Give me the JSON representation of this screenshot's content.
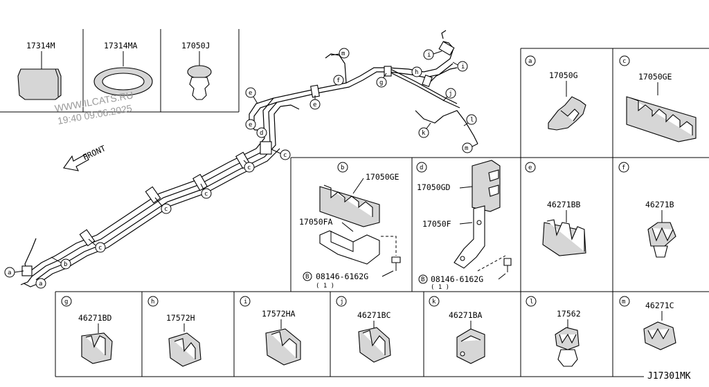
{
  "watermark": {
    "site": "WWW.ILCATS.RU",
    "stamp": "19:40 09.06.2025"
  },
  "direction_label": "FRONT",
  "diagram_id": "J17301MK",
  "top_parts": [
    {
      "code": "17314M"
    },
    {
      "code": "17314MA"
    },
    {
      "code": "17050J"
    }
  ],
  "callouts_main": [
    "a",
    "b",
    "c",
    "d",
    "e",
    "f",
    "g",
    "h",
    "i",
    "j",
    "k",
    "l",
    "m"
  ],
  "detail_boxes": {
    "a": {
      "letter": "a",
      "code": "17050G"
    },
    "c": {
      "letter": "c",
      "code": "17050GE"
    },
    "b": {
      "letter": "b",
      "code": "17050GE",
      "bracket": "17050FA",
      "bolt_prefix": "B",
      "bolt": "08146-6162G",
      "qty": "( 1 )"
    },
    "d": {
      "letter": "d",
      "code": "17050GD",
      "bracket": "17050F",
      "bolt_prefix": "B",
      "bolt": "08146-6162G",
      "qty": "( 1 )"
    },
    "e": {
      "letter": "e",
      "code": "46271BB"
    },
    "f": {
      "letter": "f",
      "code": "46271B"
    },
    "g": {
      "letter": "g",
      "code": "46271BD"
    },
    "h": {
      "letter": "h",
      "code": "17572H"
    },
    "i": {
      "letter": "i",
      "code": "17572HA"
    },
    "j": {
      "letter": "j",
      "code": "46271BC"
    },
    "k": {
      "letter": "k",
      "code": "46271BA"
    },
    "l": {
      "letter": "l",
      "code": "17562"
    },
    "m": {
      "letter": "m",
      "code": "46271C"
    }
  }
}
